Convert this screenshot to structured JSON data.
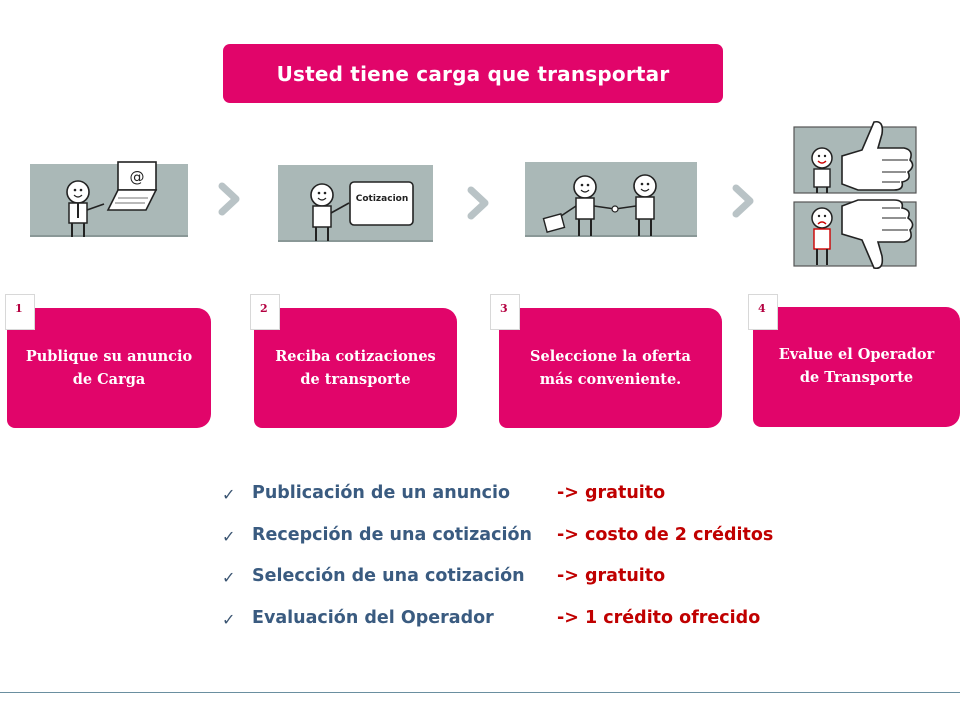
{
  "title": "Usted tiene carga que transportar",
  "illustration_texts": {
    "quote_card": "Cotizacion",
    "email_symbol": "@"
  },
  "steps": [
    {
      "number": "1",
      "text": "Publique su anuncio de Carga"
    },
    {
      "number": "2",
      "text": "Reciba cotizaciones de transporte"
    },
    {
      "number": "3",
      "text": "Seleccione la oferta más conveniente."
    },
    {
      "number": "4",
      "text": "Evalue el Operador de Transporte"
    }
  ],
  "costs": [
    {
      "label": "Publicación de un anuncio",
      "value": "-> gratuito"
    },
    {
      "label": "Recepción de una cotización",
      "value": "-> costo de 2 créditos"
    },
    {
      "label": "Selección de una cotización",
      "value": "-> gratuito"
    },
    {
      "label": "Evaluación del Operador",
      "value": "-> 1 crédito ofrecido"
    }
  ],
  "colors": {
    "accent": "#e1056a",
    "label_blue": "#3a5b80",
    "value_red": "#c00000",
    "chevron": "#b9c3c6"
  }
}
